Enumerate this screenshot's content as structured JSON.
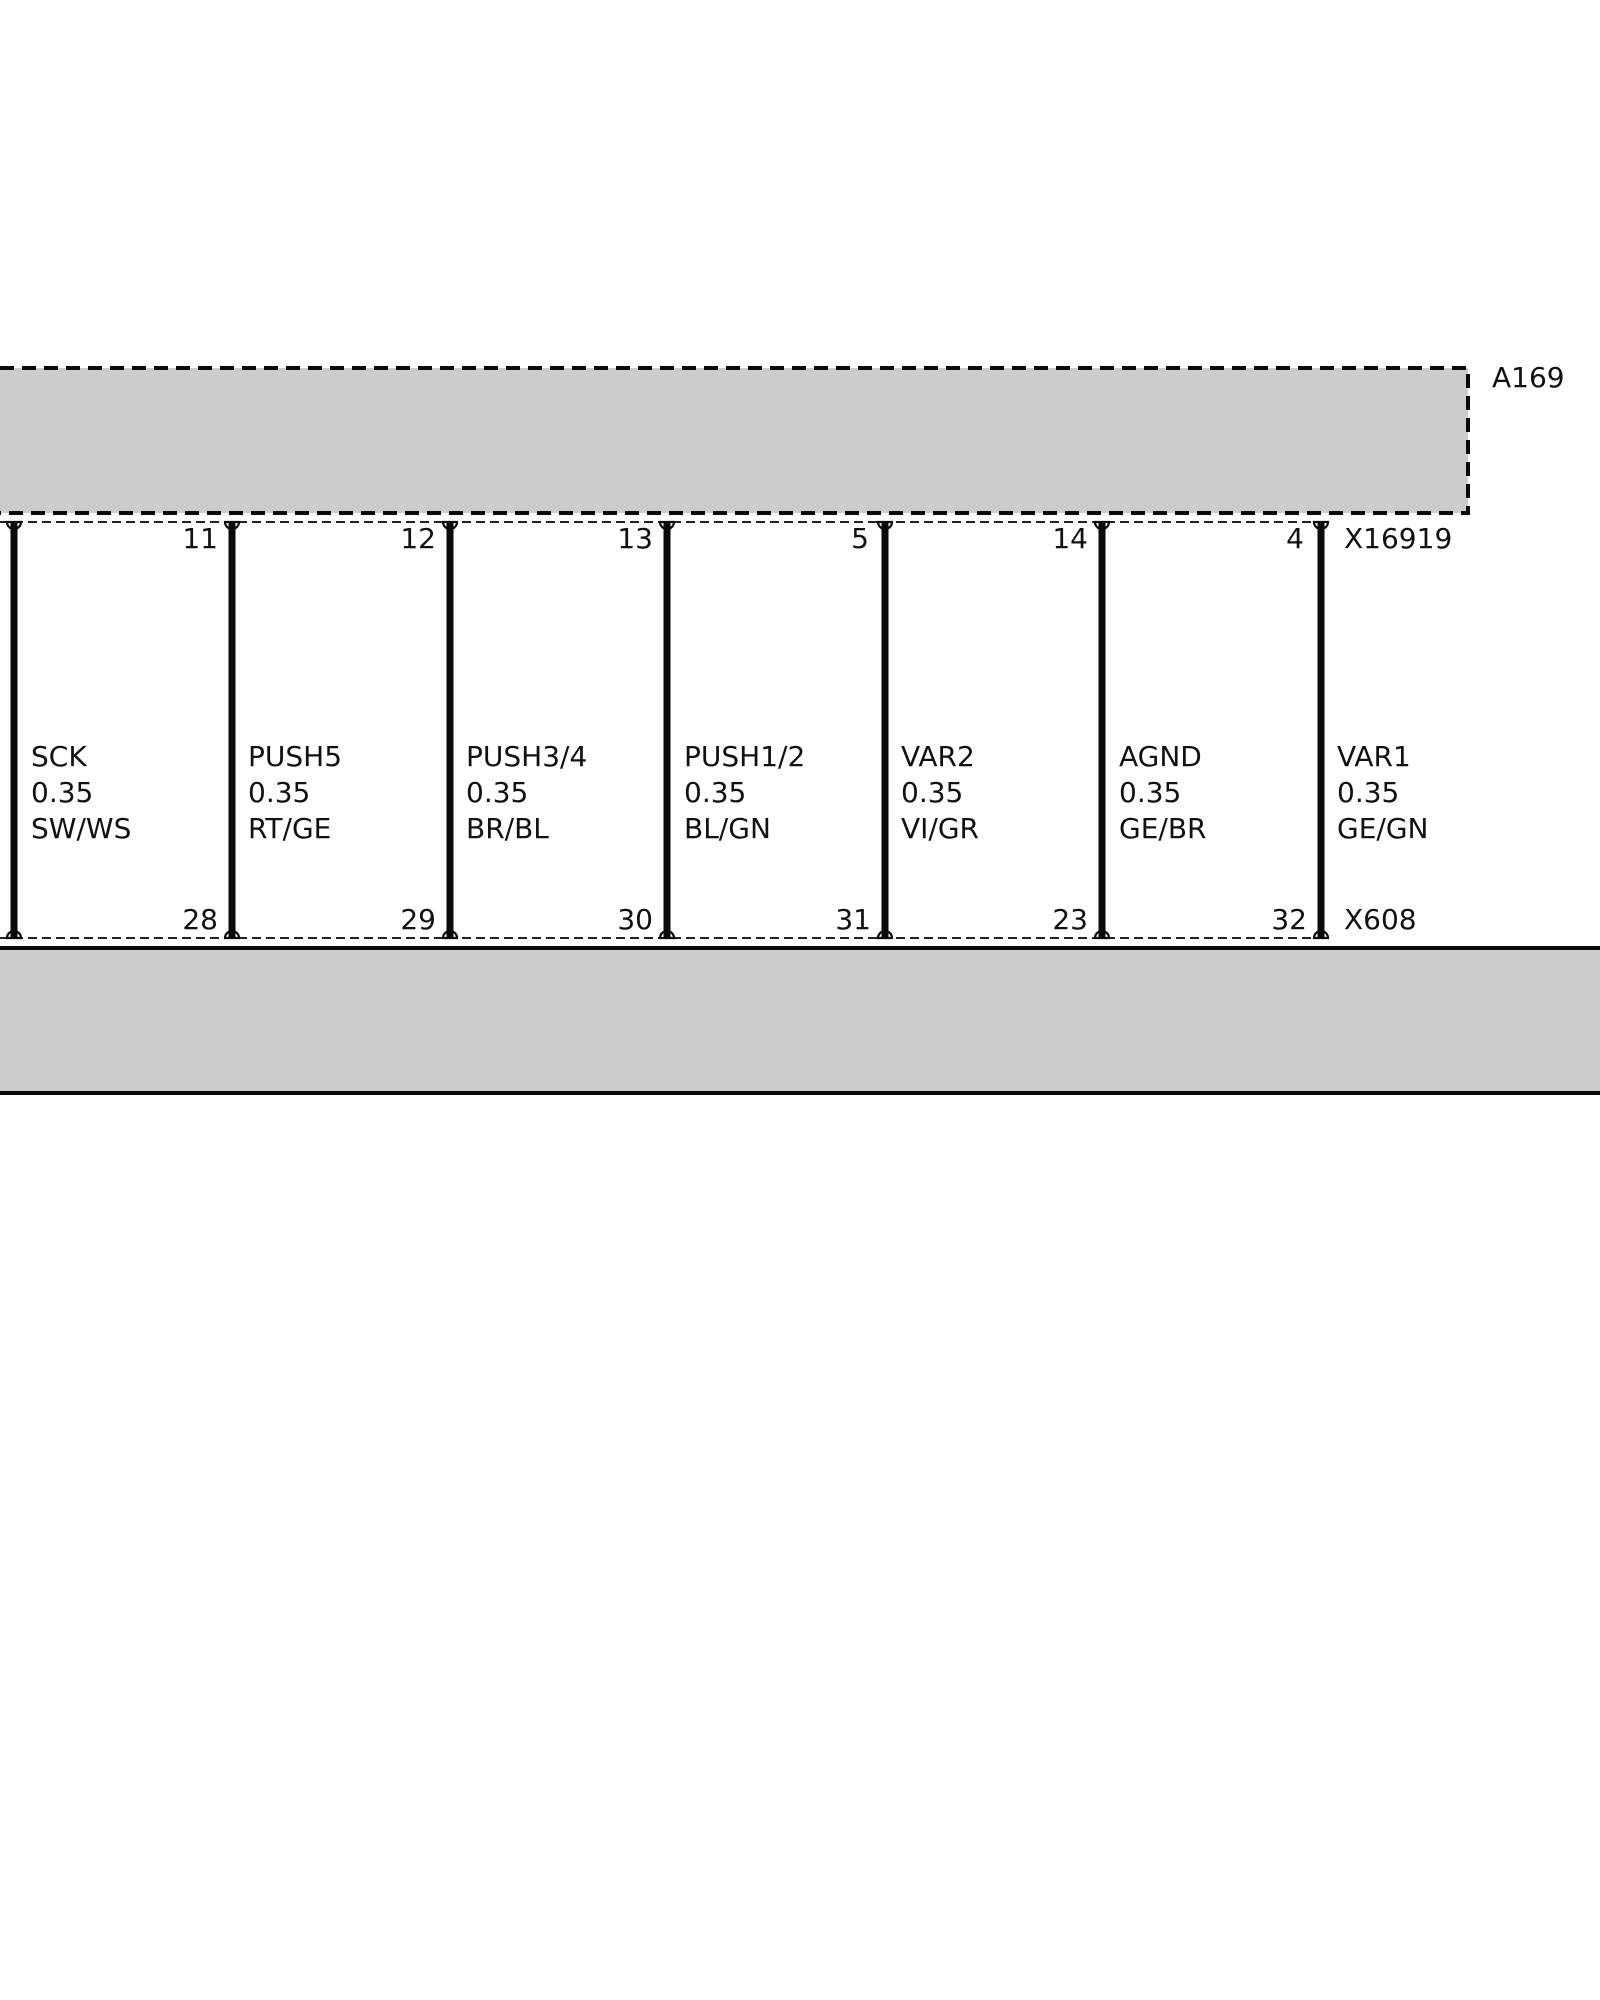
{
  "modules": {
    "top": {
      "name": "A169",
      "fill": "#cccccc",
      "border": "dashed"
    },
    "bottom": {
      "fill": "#cccccc",
      "border": "solid"
    }
  },
  "connectors": {
    "top": {
      "name": "X16919"
    },
    "bottom": {
      "name": "X608"
    }
  },
  "wire_color": "#0a0a0a",
  "wires": [
    {
      "signal": "SCK",
      "gauge": "0.35",
      "color": "SW/WS",
      "pin_top": "",
      "pin_bottom": ""
    },
    {
      "signal": "PUSH5",
      "gauge": "0.35",
      "color": "RT/GE",
      "pin_top": "11",
      "pin_bottom": "28"
    },
    {
      "signal": "PUSH3/4",
      "gauge": "0.35",
      "color": "BR/BL",
      "pin_top": "12",
      "pin_bottom": "29"
    },
    {
      "signal": "PUSH1/2",
      "gauge": "0.35",
      "color": "BL/GN",
      "pin_top": "13",
      "pin_bottom": "30"
    },
    {
      "signal": "VAR2",
      "gauge": "0.35",
      "color": "VI/GR",
      "pin_top": "5",
      "pin_bottom": "31"
    },
    {
      "signal": "AGND",
      "gauge": "0.35",
      "color": "GE/BR",
      "pin_top": "14",
      "pin_bottom": "23"
    },
    {
      "signal": "VAR1",
      "gauge": "0.35",
      "color": "GE/GN",
      "pin_top": "4",
      "pin_bottom": "32"
    }
  ]
}
